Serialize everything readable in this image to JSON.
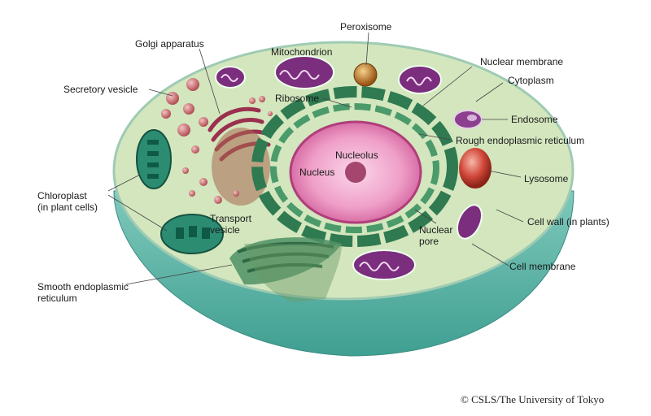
{
  "labels": {
    "peroxisome": "Peroxisome",
    "golgi": "Golgi apparatus",
    "mitochondrion": "Mitochondrion",
    "nuclear_membrane": "Nuclear membrane",
    "secretory_vesicle": "Secretory vesicle",
    "cytoplasm": "Cytoplasm",
    "ribosome": "Ribosome",
    "endosome": "Endosome",
    "rough_er": "Rough endoplasmic reticulum",
    "nucleolus": "Nucleolus",
    "nucleus": "Nucleus",
    "lysosome": "Lysosome",
    "chloroplast_line1": "Chloroplast",
    "chloroplast_line2": "(in plant cells)",
    "transport_vesicle_line1": "Transport",
    "transport_vesicle_line2": "vesicle",
    "cell_wall": "Cell wall (in plants)",
    "nuclear_pore_line1": "Nuclear",
    "nuclear_pore_line2": "pore",
    "cell_membrane": "Cell membrane",
    "smooth_er_line1": "Smooth endoplasmic",
    "smooth_er_line2": "reticulum"
  },
  "copyright": "© CSLS/The University of Tokyo",
  "colors": {
    "cytoplasm": "#d3e6be",
    "cell_wall": "#5fb3a6",
    "nucleus": "#e58ab8",
    "nucleolus": "#a4466d",
    "rough_er": "#2f7a50",
    "mitochondrion": "#7b2d7e",
    "chloroplast": "#2b8c72",
    "lysosome": "#c5392c",
    "peroxisome": "#b56a1e",
    "endosome": "#8b3f8e",
    "vesicle": "#c66a6e",
    "golgi": "#9b2f4e"
  }
}
